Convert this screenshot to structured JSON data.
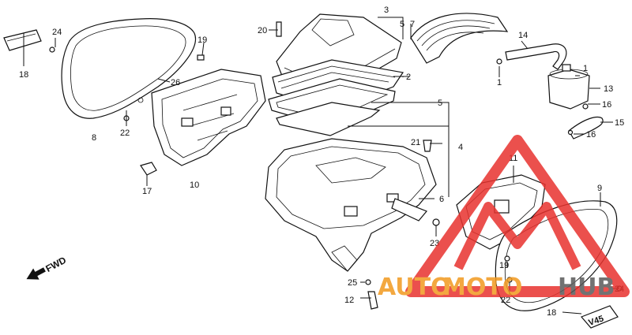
{
  "diagram": {
    "callouts": [
      {
        "id": "c1",
        "text": "3"
      },
      {
        "id": "c2",
        "text": "5"
      },
      {
        "id": "c3",
        "text": "7"
      },
      {
        "id": "c4",
        "text": "20"
      },
      {
        "id": "c5",
        "text": "24"
      },
      {
        "id": "c6",
        "text": "19"
      },
      {
        "id": "c7",
        "text": "18"
      },
      {
        "id": "c8",
        "text": "26"
      },
      {
        "id": "c9",
        "text": "14"
      },
      {
        "id": "c10",
        "text": "1"
      },
      {
        "id": "c11",
        "text": "1"
      },
      {
        "id": "c12",
        "text": "2"
      },
      {
        "id": "c13",
        "text": "13"
      },
      {
        "id": "c14",
        "text": "5"
      },
      {
        "id": "c15",
        "text": "16"
      },
      {
        "id": "c16",
        "text": "15"
      },
      {
        "id": "c17",
        "text": "16"
      },
      {
        "id": "c18",
        "text": "8"
      },
      {
        "id": "c19",
        "text": "22"
      },
      {
        "id": "c20",
        "text": "21"
      },
      {
        "id": "c21",
        "text": "4"
      },
      {
        "id": "c22",
        "text": "11"
      },
      {
        "id": "c23",
        "text": "9"
      },
      {
        "id": "c24",
        "text": "17"
      },
      {
        "id": "c25",
        "text": "10"
      },
      {
        "id": "c26",
        "text": "6"
      },
      {
        "id": "c27",
        "text": "23"
      },
      {
        "id": "c28",
        "text": "19"
      },
      {
        "id": "c29",
        "text": "25"
      },
      {
        "id": "c30",
        "text": "22"
      },
      {
        "id": "c31",
        "text": "24"
      },
      {
        "id": "c32",
        "text": "12"
      },
      {
        "id": "c33",
        "text": "18"
      }
    ],
    "direction_label": "FWD",
    "emblem_text": "V45"
  },
  "watermark": {
    "part_a": "AUTO",
    "part_b": "MOTO",
    "part_c": "HUB",
    "color_red": "#e8322e",
    "color_orange": "#f29a1f",
    "color_gray": "#5a5a5a"
  }
}
